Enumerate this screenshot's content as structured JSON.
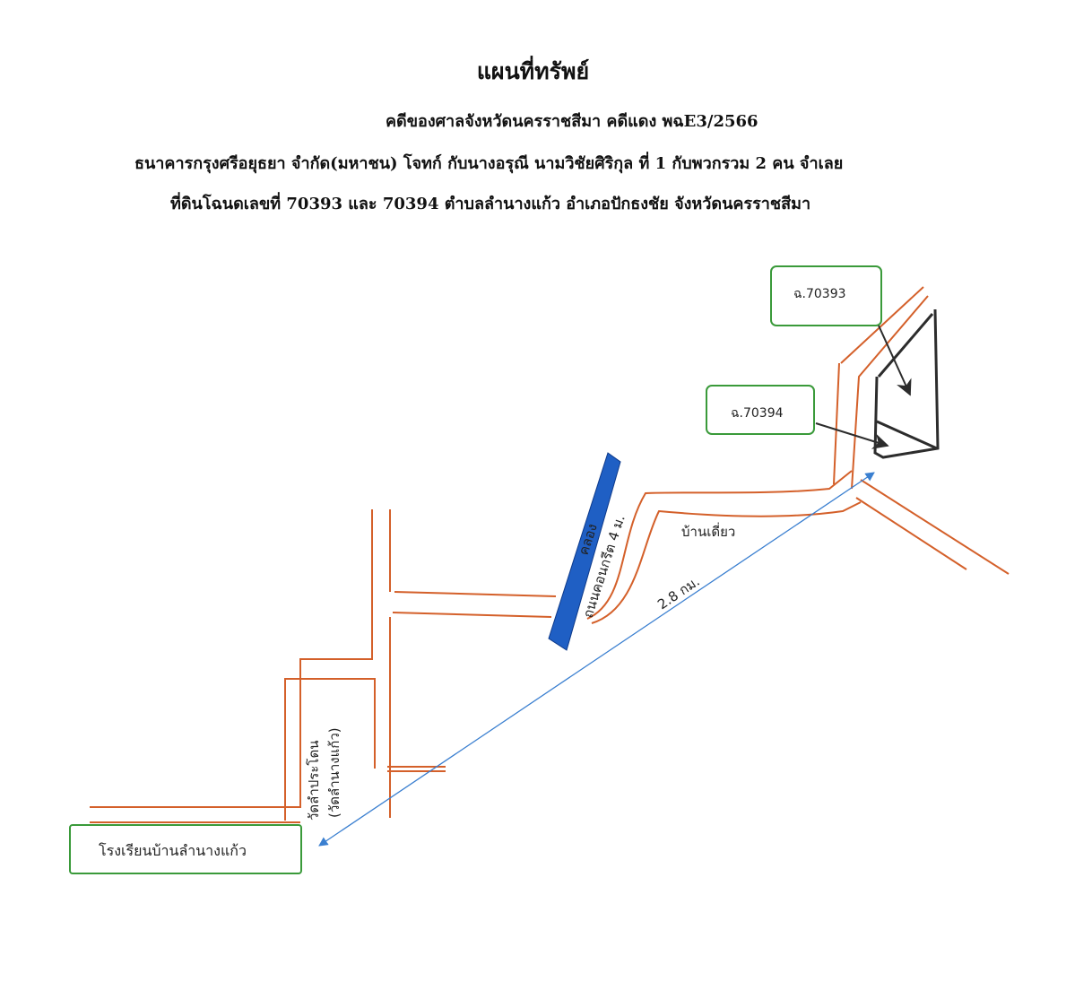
{
  "header": {
    "title": "แผนที่ทรัพย์",
    "line1": "คดีของศาลจังหวัดนครราชสีมา   คดีแดง พฉE3/2566",
    "line2": "ธนาคารกรุงศรีอยุธยา จำกัด(มหาชน) โจทก์ กับนางอรุณี นามวิชัยศิริกุล ที่ 1 กับพวกรวม 2 คน จำเลย",
    "line3": "ที่ดินโฉนดเลขที่ 70393  และ 70394    ตำบลลำนางแก้ว อำเภอปักธงชัย  จังหวัดนครราชสีมา"
  },
  "map": {
    "parcel_a": "ฉ.70393",
    "parcel_b": "ฉ.70394",
    "school": "โรงเรียนบ้านลำนางแก้ว",
    "village": "บ้านเดี่ยว",
    "distance": "2.8 กม.",
    "canal": "คลอง",
    "road": "ถนนคอนกรีต 4 ม.",
    "temple_line1": "วัดลำประโดน",
    "temple_line2": "(วัดลำนางแก้ว)"
  },
  "colors": {
    "road": "#d4602a",
    "canal": "#1f5fc4",
    "box_border": "#3a9a3a",
    "distance_line": "#3a7fd0",
    "arrow": "#2c2c2c",
    "parcel": "#2c2c2c"
  }
}
